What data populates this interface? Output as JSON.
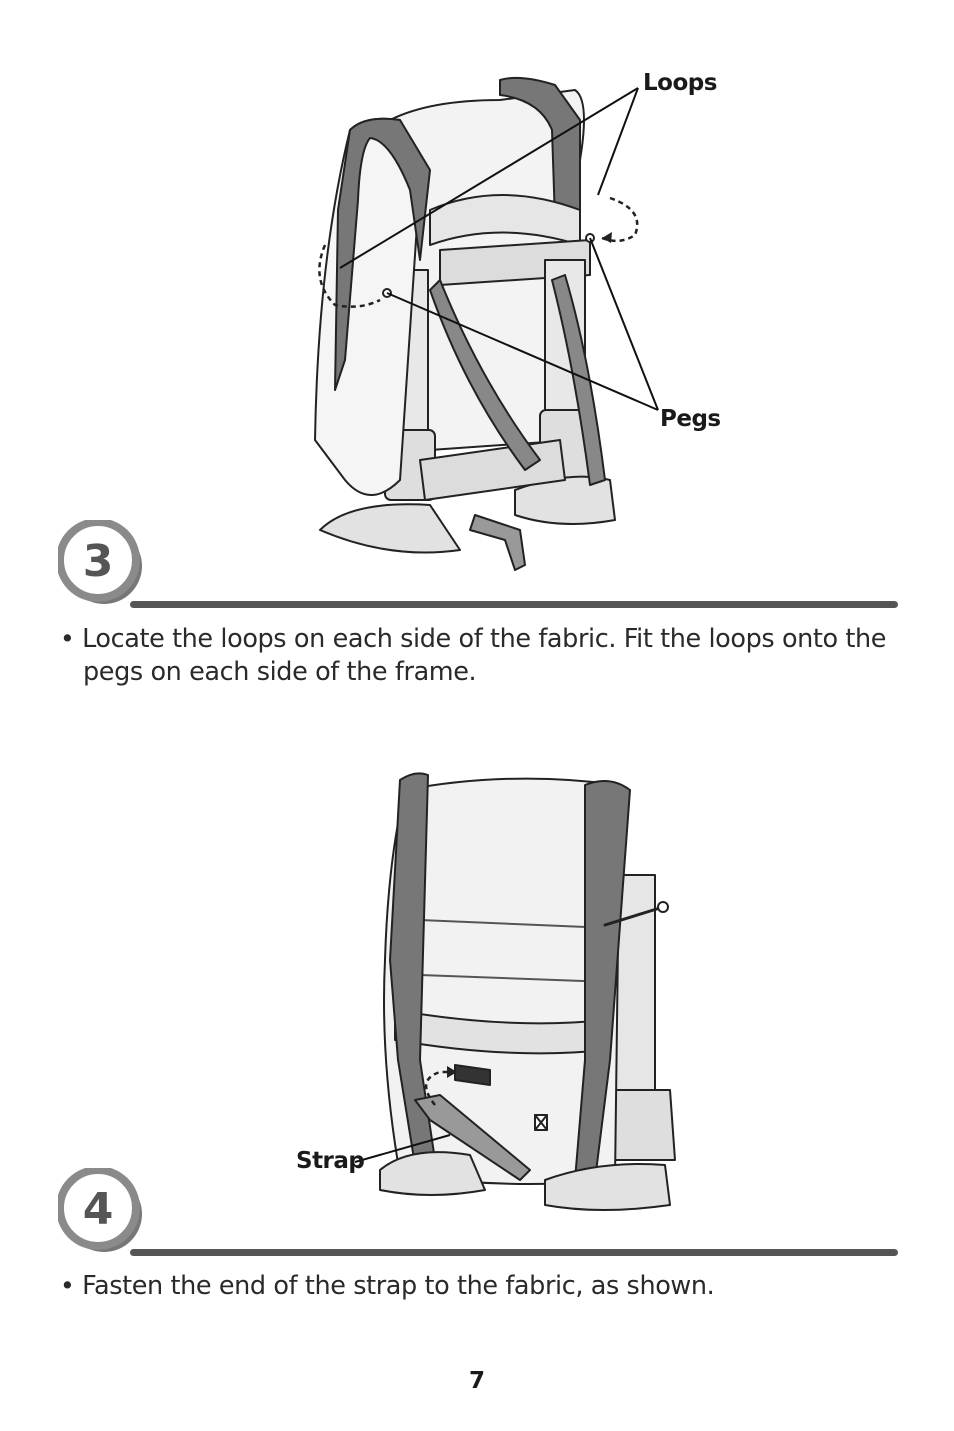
{
  "step3": {
    "number": "3",
    "callouts": {
      "loops": "Loops",
      "pegs": "Pegs"
    },
    "bullet": "•",
    "line1": "Locate the loops on each side of the fabric. Fit the loops onto the",
    "line2": "pegs on each side of the frame."
  },
  "step4": {
    "number": "4",
    "callouts": {
      "strap": "Strap"
    },
    "bullet": "•",
    "line1": "Fasten the end of the strap to the fabric, as shown."
  },
  "page_number": "7",
  "colors": {
    "rule": "#555555",
    "badge": "#8a8a8a",
    "fabric": "#f2f2f2",
    "strap": "#777777"
  }
}
